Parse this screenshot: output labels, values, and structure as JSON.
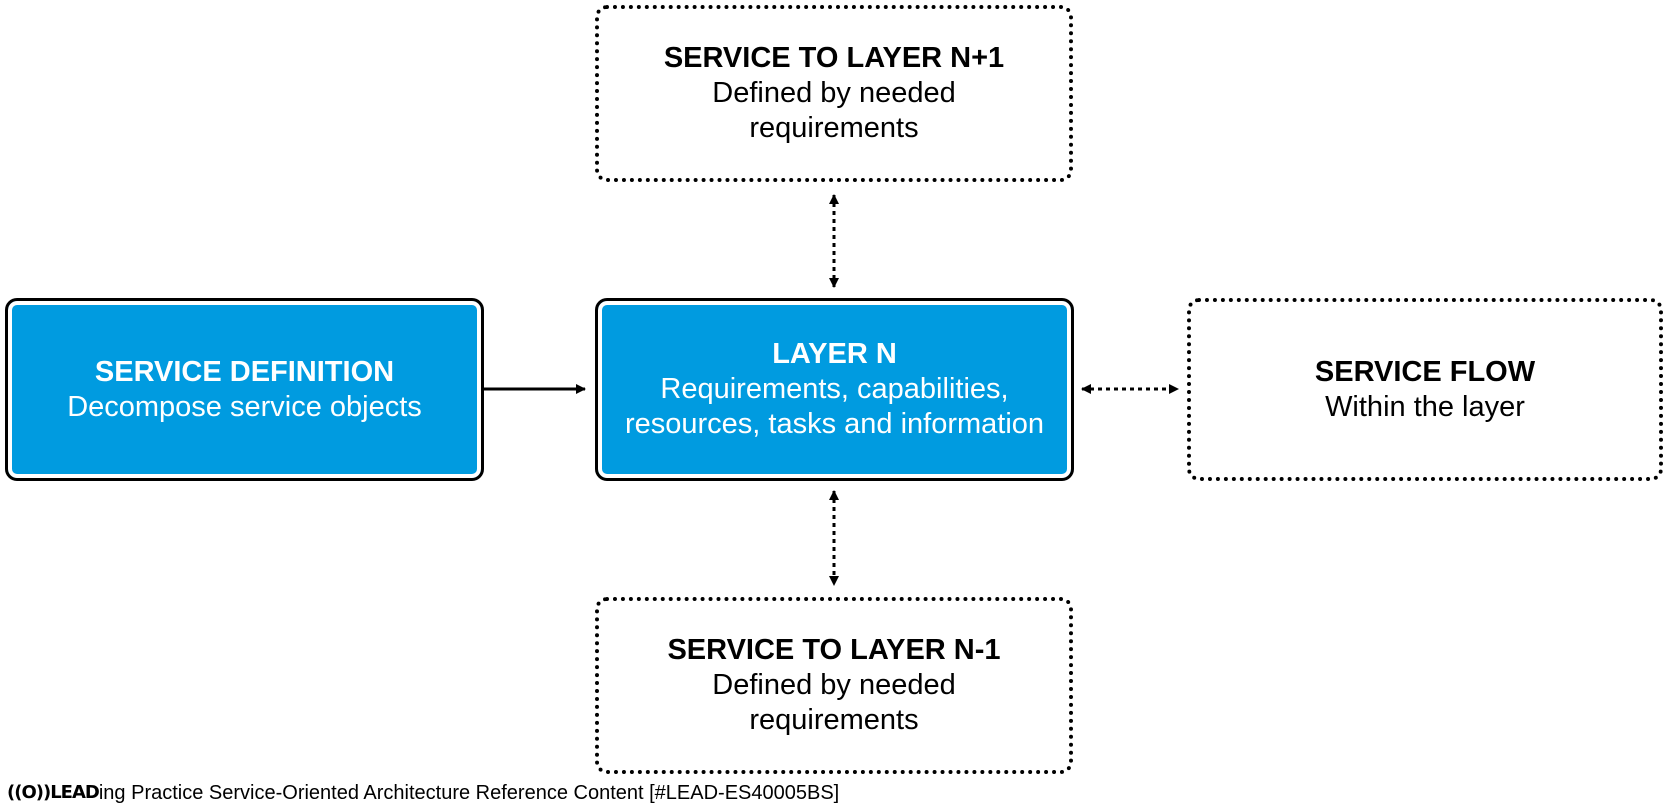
{
  "boxes": {
    "layer_above": {
      "title": "SERVICE TO LAYER N+1",
      "subtitle": "Defined by needed requirements"
    },
    "layer_below": {
      "title": "SERVICE TO LAYER N-1",
      "subtitle": "Defined by needed requirements"
    },
    "service_definition": {
      "title": "SERVICE DEFINITION",
      "subtitle": "Decompose service objects"
    },
    "layer_n": {
      "title": "LAYER N",
      "subtitle": "Requirements, capabilities, resources, tasks and information"
    },
    "service_flow": {
      "title": "SERVICE FLOW",
      "subtitle": "Within the layer"
    }
  },
  "connections": [
    {
      "from": "service_definition",
      "to": "layer_n",
      "style": "solid",
      "direction": "one-way"
    },
    {
      "from": "layer_n",
      "to": "layer_above",
      "style": "dotted",
      "direction": "two-way"
    },
    {
      "from": "layer_n",
      "to": "layer_below",
      "style": "dotted",
      "direction": "two-way"
    },
    {
      "from": "layer_n",
      "to": "service_flow",
      "style": "dotted",
      "direction": "two-way"
    }
  ],
  "colors": {
    "primary_box_fill": "#009be0",
    "primary_box_text": "#ffffff",
    "border": "#000000"
  },
  "footer": {
    "logo": "((O))LEAD",
    "text": "ing Practice Service-Oriented Architecture Reference Content [#LEAD-ES40005BS]"
  }
}
